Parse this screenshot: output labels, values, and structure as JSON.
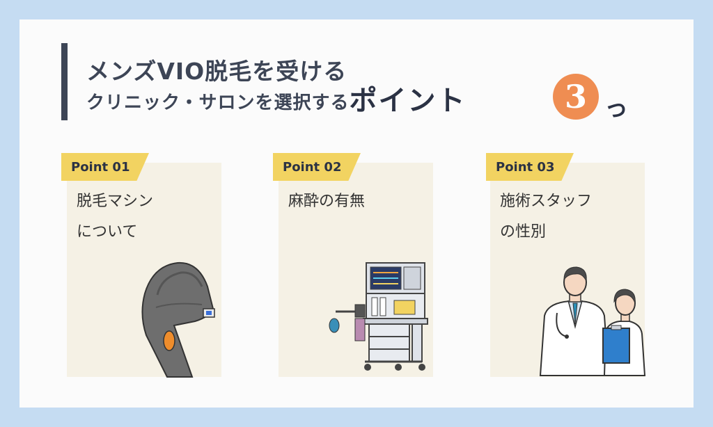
{
  "header": {
    "line1": "メンズVIO脱毛を受ける",
    "line2_sub": "クリニック・サロンを選択する",
    "line2_big": "ポイント",
    "number": "3",
    "suffix": "っ"
  },
  "points": [
    {
      "label": "Point 01",
      "line1": "脱毛マシン",
      "line2": "について",
      "icon": "laser-hair-removal-device"
    },
    {
      "label": "Point 02",
      "line1": "麻酔の有無",
      "line2": "",
      "icon": "anesthesia-machine"
    },
    {
      "label": "Point 03",
      "line1": "施術スタッフ",
      "line2": "の性別",
      "icon": "doctor-and-nurse"
    }
  ],
  "colors": {
    "background": "#c5dcf2",
    "panel": "#fbfbfb",
    "accent_bar": "#3d4556",
    "circle": "#ef8d52",
    "tag": "#f2d361",
    "card": "#f5f1e5"
  }
}
